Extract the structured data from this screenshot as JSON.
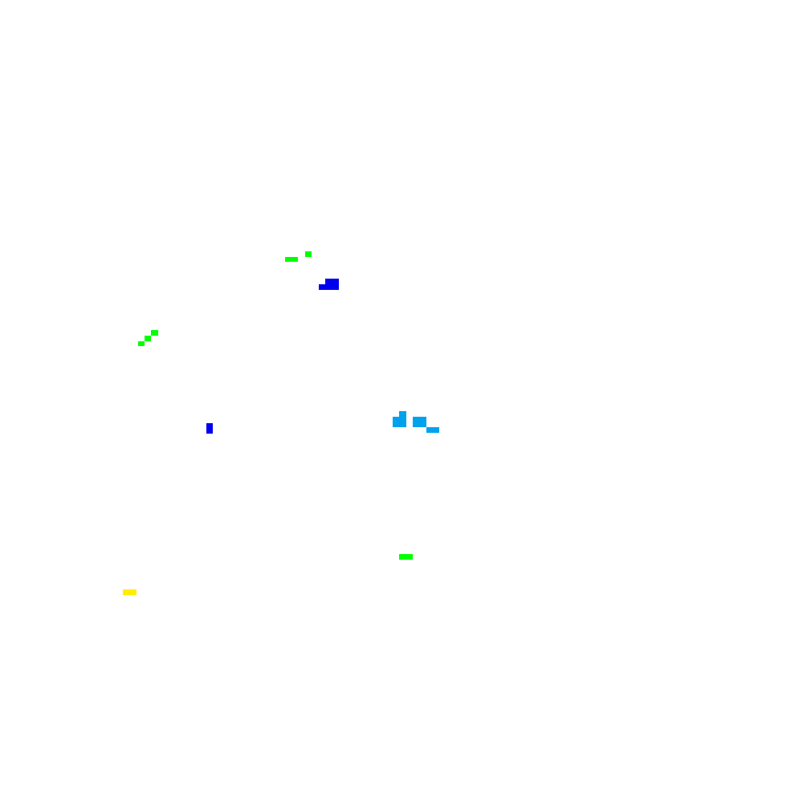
{
  "colors": {
    "background": "#ffffff",
    "green": "#00ff00",
    "blue": "#0000ee",
    "light_blue": "#00a2ee",
    "yellow": "#ffee00"
  },
  "marks": [
    {
      "id": "g1",
      "color": "green"
    },
    {
      "id": "g2",
      "color": "green"
    },
    {
      "id": "g3",
      "color": "green"
    },
    {
      "id": "g4",
      "color": "green"
    },
    {
      "id": "g5",
      "color": "green"
    },
    {
      "id": "g6",
      "color": "green"
    },
    {
      "id": "b1",
      "color": "blue"
    },
    {
      "id": "b2",
      "color": "blue"
    },
    {
      "id": "b3",
      "color": "blue"
    },
    {
      "id": "c1",
      "color": "light_blue"
    },
    {
      "id": "c2",
      "color": "light_blue"
    },
    {
      "id": "c3",
      "color": "light_blue"
    },
    {
      "id": "c4",
      "color": "light_blue"
    },
    {
      "id": "y1",
      "color": "yellow"
    }
  ]
}
